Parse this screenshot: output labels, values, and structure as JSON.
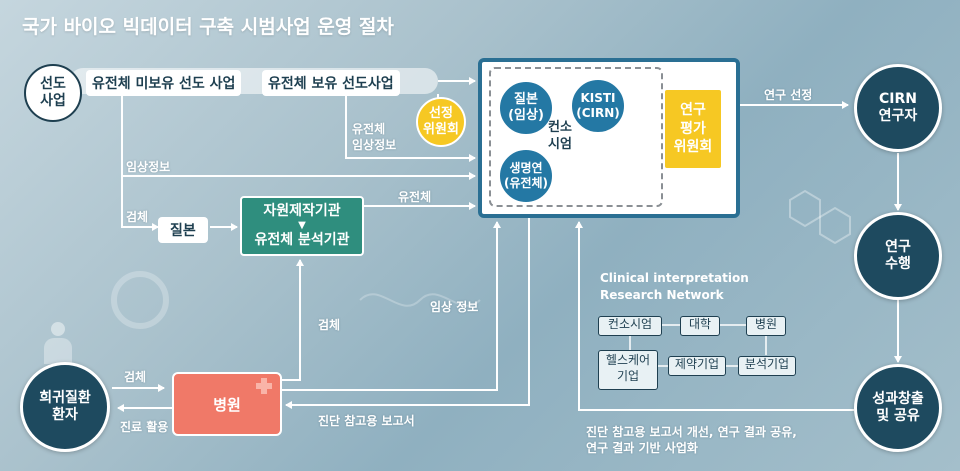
{
  "title": "국가 바이오 빅데이터 구축 시범사업 운영 절차",
  "nodes": {
    "pilot_project": "선도\n사업",
    "no_genome_pilot": "유전체 미보유 선도 사업",
    "genome_pilot": "유전체 보유 선도사업",
    "selection_committee": "선정\n위원회",
    "disease_clinical": "질본\n(임상)",
    "kisti": "KISTI\n(CIRN)",
    "consortium_pilot": "컨소\n시엄",
    "kribb_genome": "생명연\n(유전체)",
    "research_eval_committee": "연구\n평가\n위원회",
    "cirn_researcher": "CIRN\n연구자",
    "research_execution": "연구\n수행",
    "outcome_sharing": "성과창출\n및 공유",
    "specimen_box": "질본",
    "resource_institute": "자원제작기관",
    "genome_analysis_institute": "유전체 분석기관",
    "triangle": "▼",
    "hospital": "병원",
    "patient": "희귀질환\n환자"
  },
  "edge_labels": {
    "clinical_info": "임상정보",
    "specimen": "검체",
    "genome_clinical_info": "유전체\n임상정보",
    "genome": "유전체",
    "research_selection": "연구 선정",
    "specimen_to_hospital": "검체",
    "clinical_info_2": "임상 정보",
    "patient_specimen": "검체",
    "treatment_use": "진료 활용",
    "diagnostic_report": "진단 참고용 보고서",
    "outcome_note": "진단 참고용 보고서 개선, 연구 결과 공유,\n연구 결과 기반 사업화"
  },
  "cirn": {
    "title": "Clinical interpretation\nResearch Network",
    "consortium": "컨소시엄",
    "university": "대학",
    "hospital": "병원",
    "healthcare_company": "헬스케어\n기업",
    "pharma": "제약기업",
    "analysis_company": "분석기업"
  },
  "colors": {
    "navy": "#1e4a5f",
    "teal": "#2478a4",
    "green": "#2f8e7e",
    "yellow": "#f6c823",
    "coral": "#f07968",
    "line": "#ffffff"
  }
}
